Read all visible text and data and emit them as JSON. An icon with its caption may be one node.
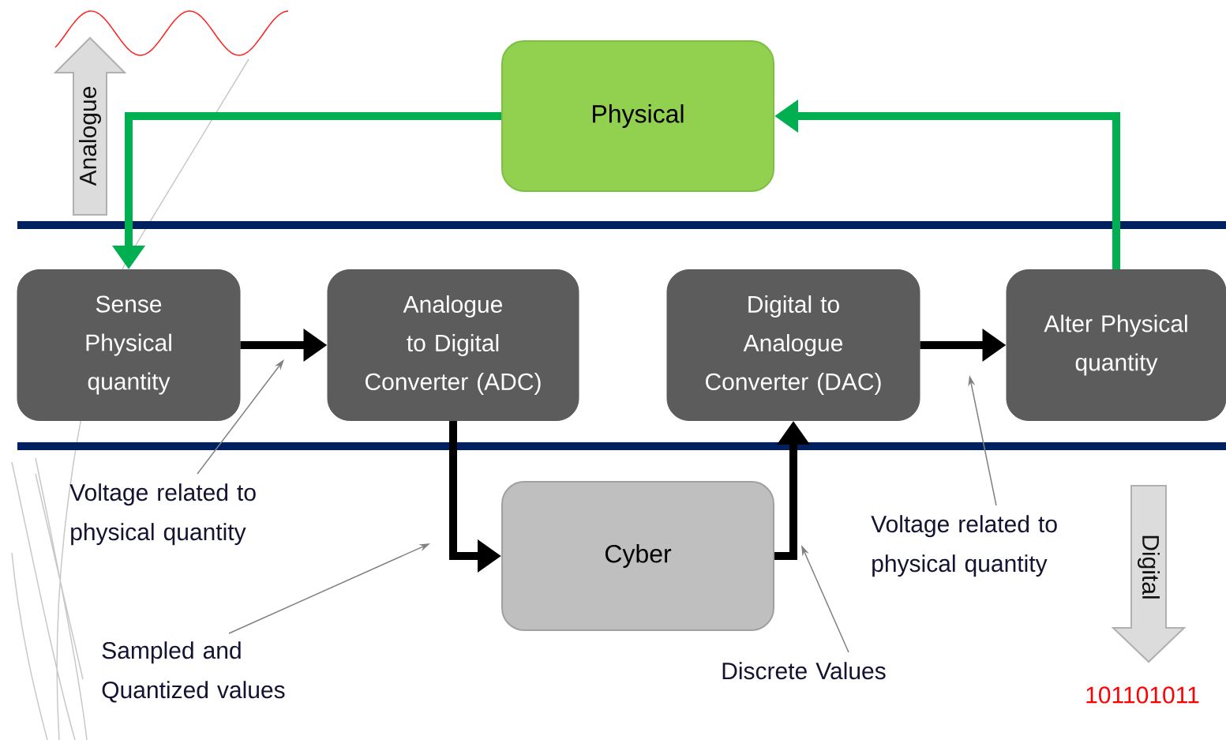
{
  "diagram": {
    "nodes": [
      {
        "text": [
          "Physical"
        ]
      },
      {
        "text": [
          "Sense Physical quantity"
        ]
      },
      {
        "text": [
          "Analogue to Digital Converter (ADC)"
        ]
      },
      {
        "text": [
          "Digital to Analogue Converter (DAC)"
        ]
      },
      {
        "text": [
          "Alter Physical quantity"
        ]
      },
      {
        "text": [
          "Cyber"
        ]
      },
      {
        "text": [
          "Voltage related to physical quantity"
        ]
      },
      {
        "text": [
          "Sampled and Quantized values"
        ]
      },
      {
        "text": [
          "Discrete Values"
        ]
      },
      {
        "text": [
          "Voltage related to physical quantity"
        ]
      }
    ],
    "edges": [
      {
        "from": 0,
        "to": 1,
        "arrow": "to",
        "color": "#00b050"
      },
      {
        "from": 4,
        "to": 0,
        "arrow": "to",
        "color": "#00b050"
      },
      {
        "from": 1,
        "to": 2,
        "arrow": "to"
      },
      {
        "from": 2,
        "to": 5,
        "arrow": "to"
      },
      {
        "from": 5,
        "to": 3,
        "arrow": "to"
      },
      {
        "from": 3,
        "to": 4,
        "arrow": "to"
      },
      {
        "from": 6,
        "to": null,
        "arrow": "to",
        "color": "#808080"
      },
      {
        "from": 7,
        "to": null,
        "arrow": "to",
        "color": "#808080"
      },
      {
        "from": 8,
        "to": null,
        "arrow": "to",
        "color": "#808080"
      },
      {
        "from": 9,
        "to": null,
        "arrow": "to",
        "color": "#808080"
      }
    ],
    "labels": [
      "Analogue",
      "Digital",
      "101101011"
    ]
  }
}
